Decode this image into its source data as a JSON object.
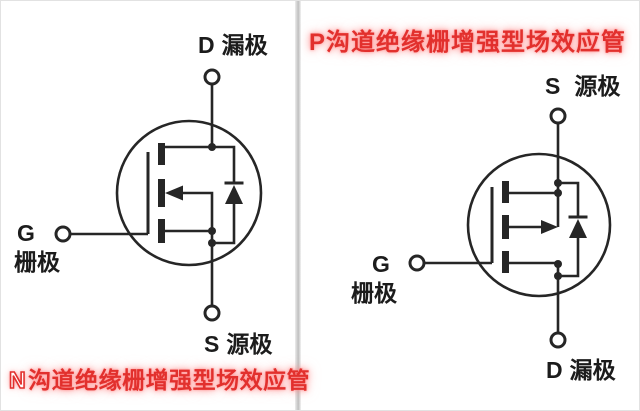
{
  "colors": {
    "red": "#e2302d",
    "line": "#262626"
  },
  "left": {
    "title_prefix": "N",
    "title_rest": "沟道绝缘栅增强型场效应管",
    "drain_letter": "D",
    "drain_name": "漏极",
    "gate_letter": "G",
    "gate_name": "栅极",
    "source_letter": "S",
    "source_name": "源极"
  },
  "right": {
    "title_prefix": "P",
    "title_rest": "沟道绝缘栅增强型场效应管",
    "source_letter": "S",
    "source_name": "源极",
    "gate_letter": "G",
    "gate_name": "栅极",
    "drain_letter": "D",
    "drain_name": "漏极"
  }
}
